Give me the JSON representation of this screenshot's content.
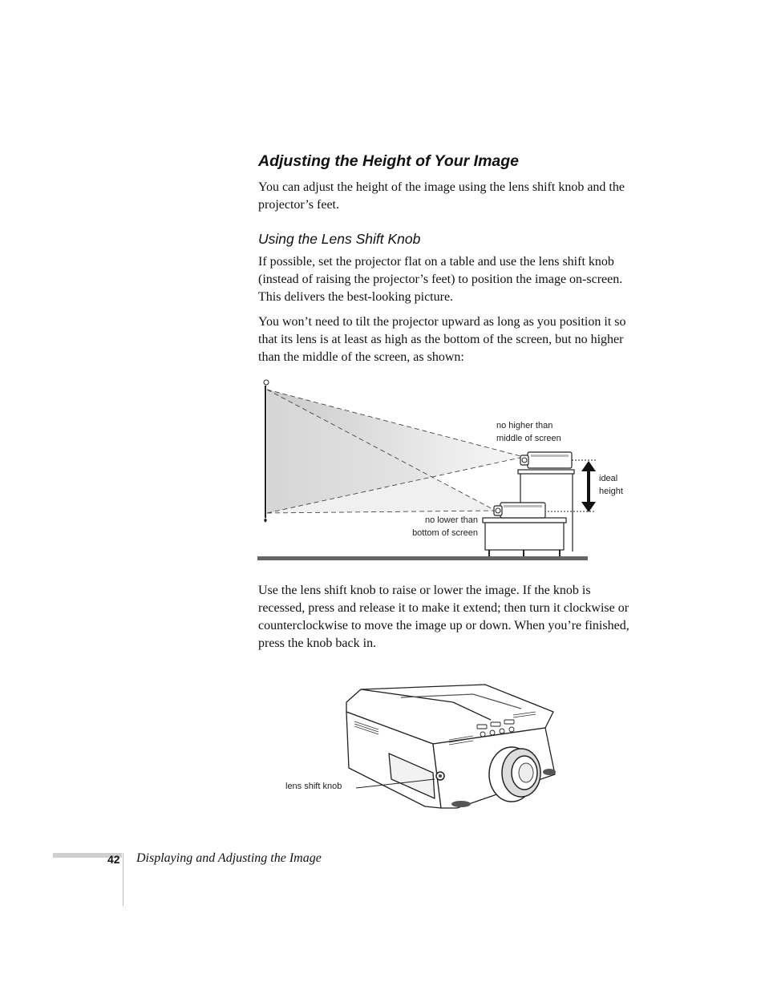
{
  "section": {
    "title": "Adjusting the Height of Your Image",
    "intro": "You can adjust the height of the image using the lens shift knob and the projector’s feet."
  },
  "subsection": {
    "title": "Using the Lens Shift Knob",
    "para1": "If possible, set the projector flat on a table and use the lens shift knob (instead of raising the projector’s feet) to position the image on-screen. This delivers the best-looking picture.",
    "para2": "You won’t need to tilt the projector upward as long as you position it so that its lens is at least as high as the bottom of the screen, but no higher than the middle of the screen, as shown:",
    "para3": "Use the lens shift knob to raise or lower the image. If the knob is recessed, press and release it to make it extend; then turn it clockwise or counterclockwise to move the image up or down. When you’re finished, press the knob back in."
  },
  "figure1": {
    "label_top_line1": "no higher than",
    "label_top_line2": "middle of screen",
    "label_ideal_line1": "ideal",
    "label_ideal_line2": "height",
    "label_bottom_line1": "no lower than",
    "label_bottom_line2": "bottom of screen"
  },
  "figure2": {
    "callout": "lens shift knob"
  },
  "footer": {
    "page_number": "42",
    "chapter_title": "Displaying and Adjusting the Image"
  }
}
